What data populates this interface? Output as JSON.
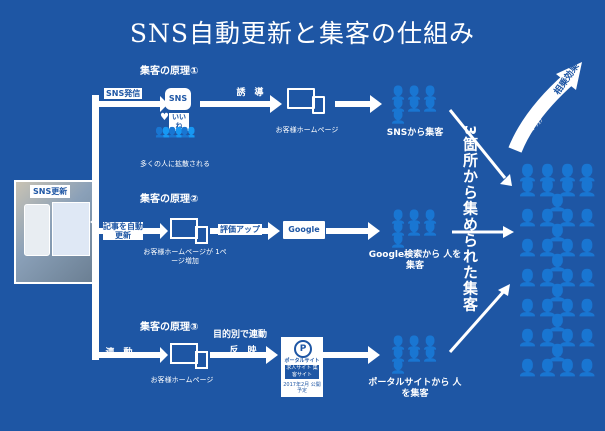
{
  "title": "SNS自動更新と集客の仕組み",
  "photo_label": "SNS更新",
  "principles": [
    {
      "heading": "集客の原理①",
      "left": "SNS発信",
      "caption": "多くの人に拡散される",
      "arrow_label": "誘　導",
      "device_caption": "お客様ホームページ",
      "result": "SNSから集客"
    },
    {
      "heading": "集客の原理②",
      "left": "記事を自動更新",
      "device_caption": "お客様ホームページが 1ページ増加",
      "arrow_label": "評価アップ",
      "box_label": "Google",
      "result": "Google検索から 人を集客"
    },
    {
      "heading": "集客の原理③",
      "left": "連　動",
      "device_caption": "お客様ホームページ",
      "arrow_top": "目的別で連動",
      "arrow_label": "反　映",
      "result": "ポータルサイトから 人を集客"
    }
  ],
  "sns_icon_text": "SNS",
  "like_text": "いいね",
  "portal_box": {
    "line1": "ポータルサイト",
    "line2": "求人サイト 集客サイト",
    "line3": "2017年2月 公開予定"
  },
  "collected_label": "3箇所から集められた集客",
  "synergy_label": "相乗効果",
  "synergy_sub": "ﾘｽﾄｲﾝﾌﾟﾛﾓｰｼｮﾝ"
}
